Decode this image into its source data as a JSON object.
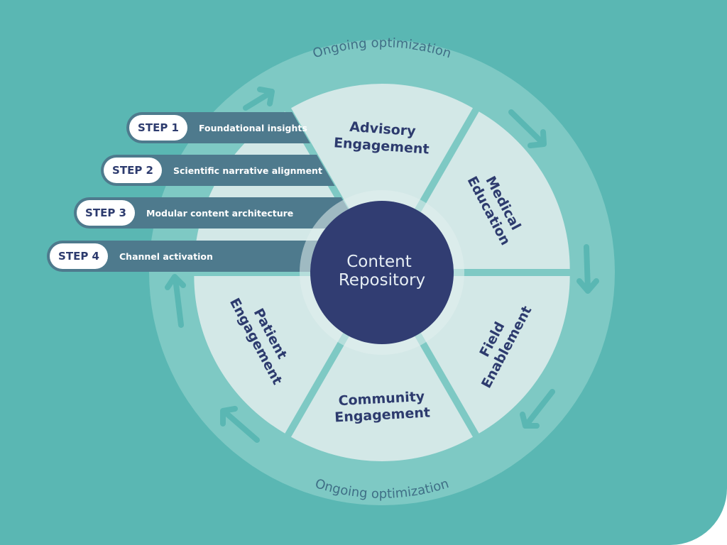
{
  "diagram": {
    "center": {
      "line1": "Content",
      "line2": "Repository"
    },
    "ring_label_top": "Ongoing optimization",
    "ring_label_bottom": "Ongoing optimization",
    "segments": [
      {
        "id": "advisory",
        "line1": "Advisory",
        "line2": "Engagement"
      },
      {
        "id": "medical",
        "line1": "Medical",
        "line2": "Education"
      },
      {
        "id": "field",
        "line1": "Field",
        "line2": "Enablement"
      },
      {
        "id": "community",
        "line1": "Community",
        "line2": "Engagement"
      },
      {
        "id": "patient",
        "line1": "Patient",
        "line2": "Engagement"
      }
    ],
    "steps": [
      {
        "badge": "STEP 1",
        "text": "Foundational insights"
      },
      {
        "badge": "STEP 2",
        "text": "Scientific narrative alignment"
      },
      {
        "badge": "STEP 3",
        "text": "Modular content architecture"
      },
      {
        "badge": "STEP 4",
        "text": "Channel activation"
      }
    ],
    "colors": {
      "background": "#5ab7b3",
      "outer_ring": "#7ec9c4",
      "segment": "#d3e8e7",
      "center": "#313d72",
      "halo": "#e2efef",
      "step_bar": "#4e7a8d",
      "text_dark": "#2d3b6e",
      "arrow": "#5ab7b3"
    }
  }
}
